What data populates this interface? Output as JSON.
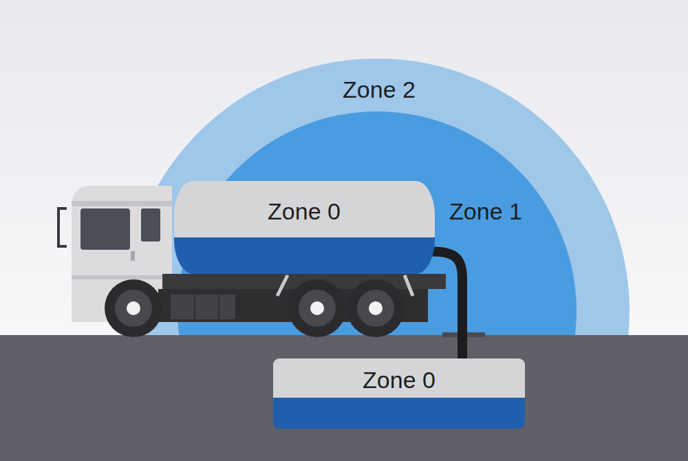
{
  "diagram": {
    "nodes": [
      {
        "text": [
          "Zone 2"
        ]
      },
      {
        "text": [
          "Zone 1"
        ]
      },
      {
        "text": [
          "Zone 0"
        ]
      },
      {
        "text": [
          "Zone 0"
        ]
      }
    ],
    "edges": [
      {
        "from": 2,
        "to": 3,
        "arrow": "none"
      }
    ]
  }
}
